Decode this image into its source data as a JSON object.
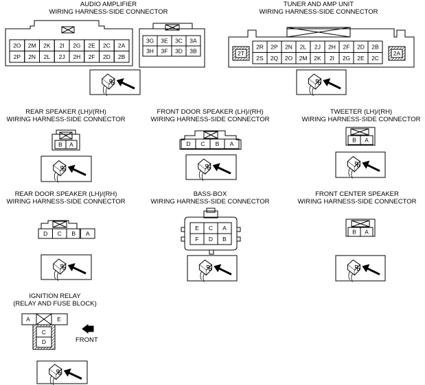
{
  "audio_amp": {
    "title1": "AUDIO AMPLIFIER",
    "title2": "WIRING HARNESS-SIDE CONNECTOR",
    "main_row1": [
      "2O",
      "2M",
      "2K",
      "2I",
      "2G",
      "2E",
      "2C",
      "2A"
    ],
    "main_row2": [
      "2P",
      "2N",
      "2L",
      "2J",
      "2H",
      "2F",
      "2D",
      "2B"
    ],
    "small_row1": [
      "3G",
      "3E",
      "3C",
      "3A"
    ],
    "small_row2": [
      "3H",
      "3F",
      "3D",
      "3B"
    ]
  },
  "tuner": {
    "title1": "TUNER AND AMP UNIT",
    "title2": "WIRING HARNESS-SIDE CONNECTOR",
    "left_term": "2T",
    "right_term": "2A",
    "row1": [
      "2R",
      "2P",
      "2N",
      "2L",
      "2J",
      "2H",
      "2F",
      "2D",
      "2B"
    ],
    "row2": [
      "2S",
      "2Q",
      "2O",
      "2M",
      "2K",
      "2I",
      "2G",
      "2E",
      "2C"
    ]
  },
  "rear_speaker": {
    "title1": "REAR SPEAKER (LH)/(RH)",
    "title2": "WIRING HARNESS-SIDE CONNECTOR",
    "terms": [
      "B",
      "A"
    ]
  },
  "front_door_speaker": {
    "title1": "FRONT DOOR SPEAKER (LH)/(RH)",
    "title2": "WIRING HARNESS-SIDE CONNECTOR",
    "terms": [
      "D",
      "C",
      "B",
      "A"
    ]
  },
  "tweeter": {
    "title1": "TWEETER (LH)/(RH)",
    "title2": "WIRING HARNESS-SIDE CONNECTOR",
    "terms": [
      "B",
      "A"
    ]
  },
  "rear_door_speaker": {
    "title1": "REAR DOOR SPEAKER (LH)/(RH)",
    "title2": "WIRING HARNESS-SIDE CONNECTOR",
    "terms": [
      "D",
      "C",
      "B",
      "A"
    ]
  },
  "bass_box": {
    "title1": "BASS-BOX",
    "title2": "WIRING HARNESS-SIDE CONNECTOR",
    "row1": [
      "E",
      "C",
      "A"
    ],
    "row2": [
      "F",
      "D",
      "B"
    ]
  },
  "front_center": {
    "title1": "FRONT CENTER SPEAKER",
    "title2": "WIRING HARNESS-SIDE CONNECTOR",
    "terms": [
      "B",
      "A"
    ]
  },
  "ignition_relay": {
    "title1": "IGNITION RELAY",
    "title2": "(RELAY AND FUSE BLOCK)",
    "left_term": "A",
    "right_term": "E",
    "lower1": "C",
    "lower2": "D",
    "front_label": "FRONT"
  }
}
